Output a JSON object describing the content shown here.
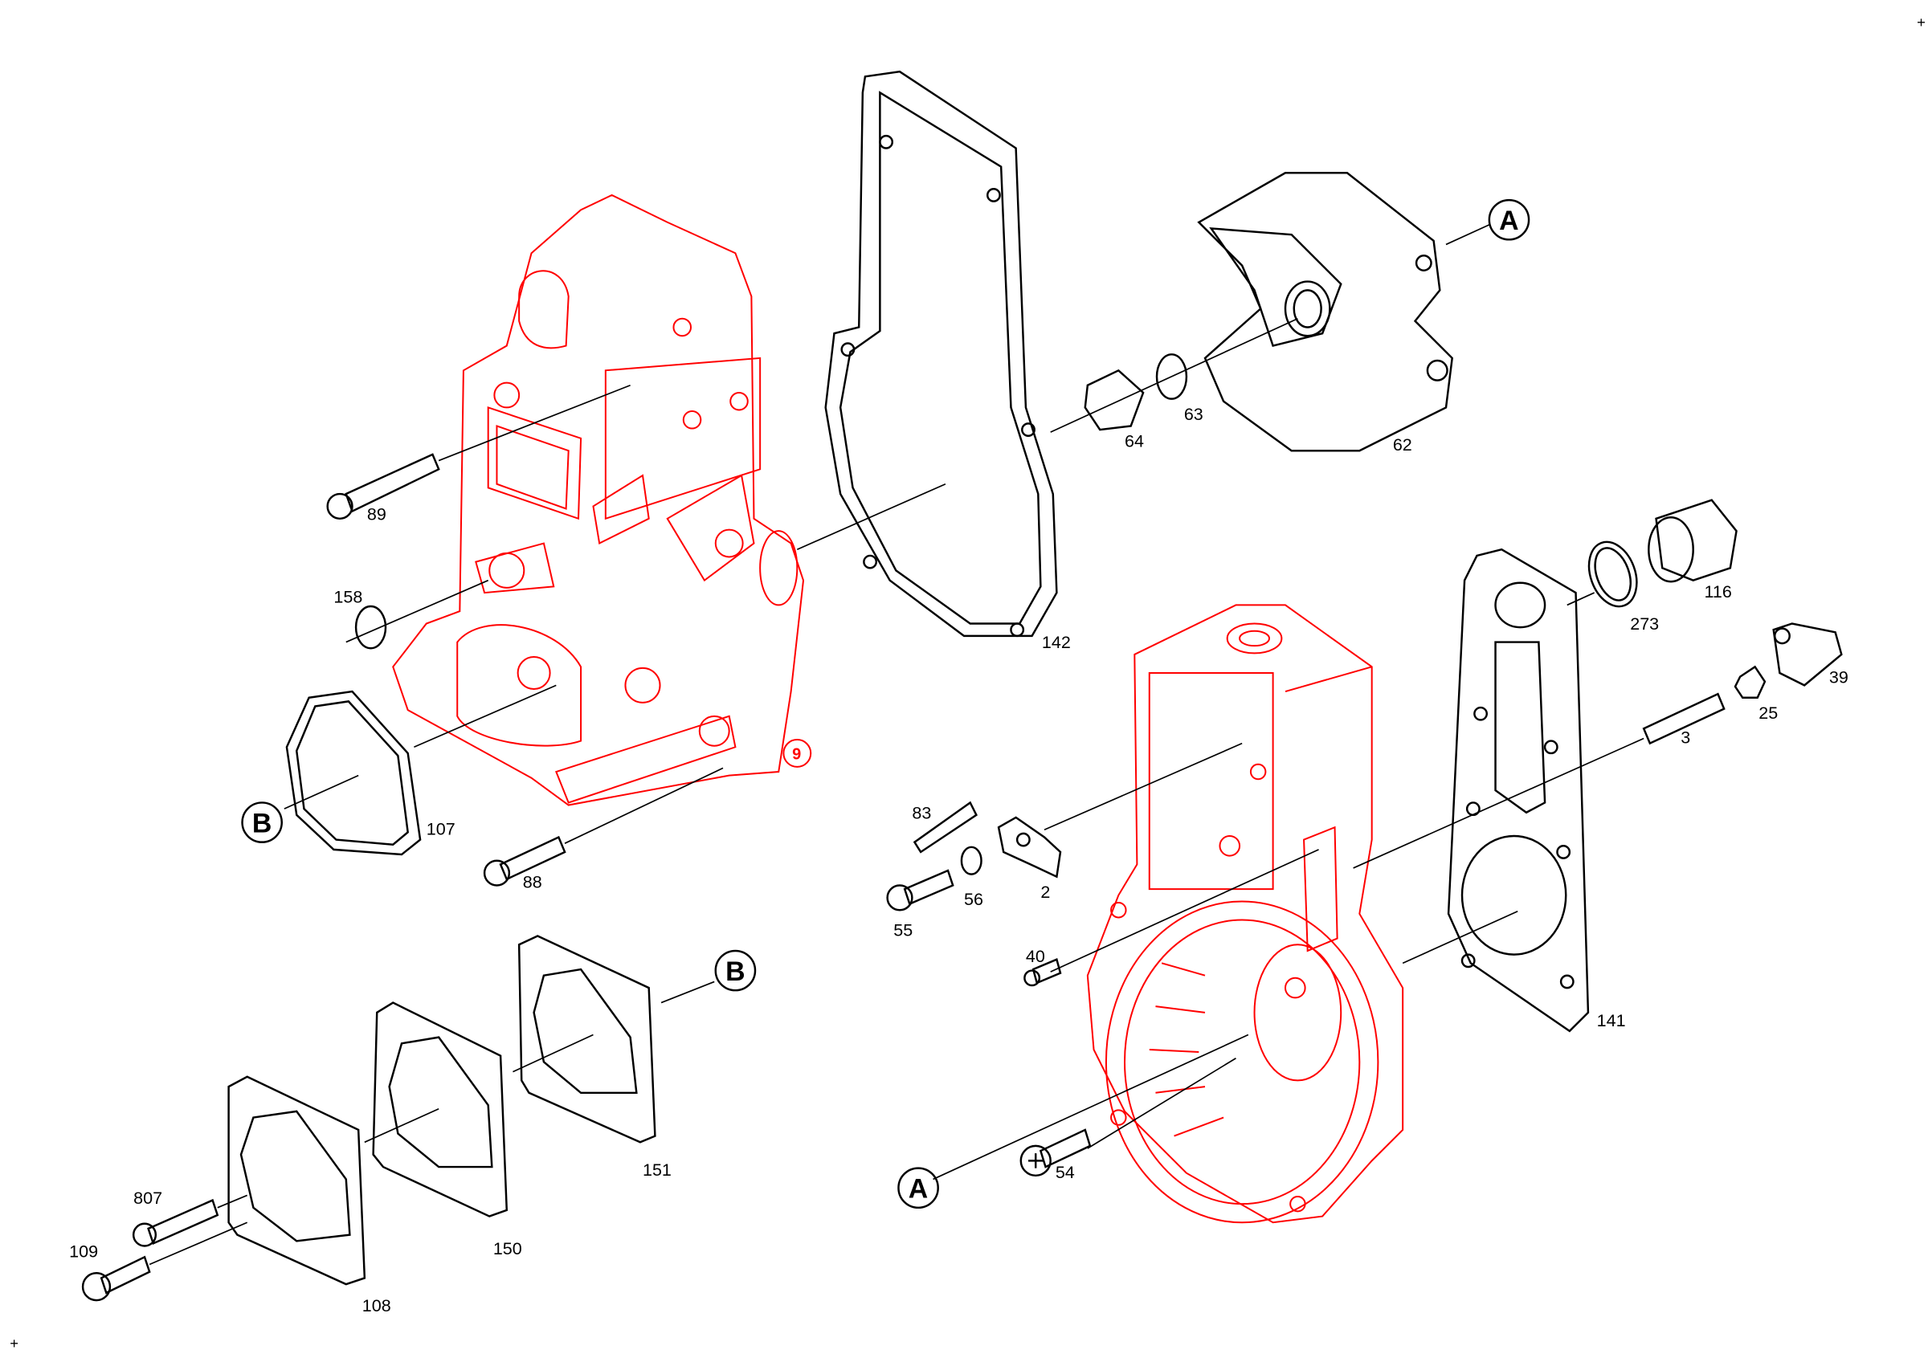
{
  "diagram": {
    "colors": {
      "highlight": "#ff0000",
      "line": "#000000"
    },
    "part_labels": {
      "p89": "89",
      "p158": "158",
      "p107": "107",
      "p88": "88",
      "p9": "9",
      "p142": "142",
      "p64": "64",
      "p63": "63",
      "p62": "62",
      "p273": "273",
      "p116": "116",
      "p39": "39",
      "p25": "25",
      "p3": "3",
      "p83": "83",
      "p2": "2",
      "p56": "56",
      "p55": "55",
      "p40": "40",
      "p141": "141",
      "p54": "54",
      "p151": "151",
      "p150": "150",
      "p807": "807",
      "p109": "109",
      "p108": "108"
    },
    "reference_marks": {
      "a1": "A",
      "a2": "A",
      "b1": "B",
      "b2": "B"
    },
    "corner_marks": {
      "top_right": "+",
      "bottom_left": "+"
    }
  }
}
